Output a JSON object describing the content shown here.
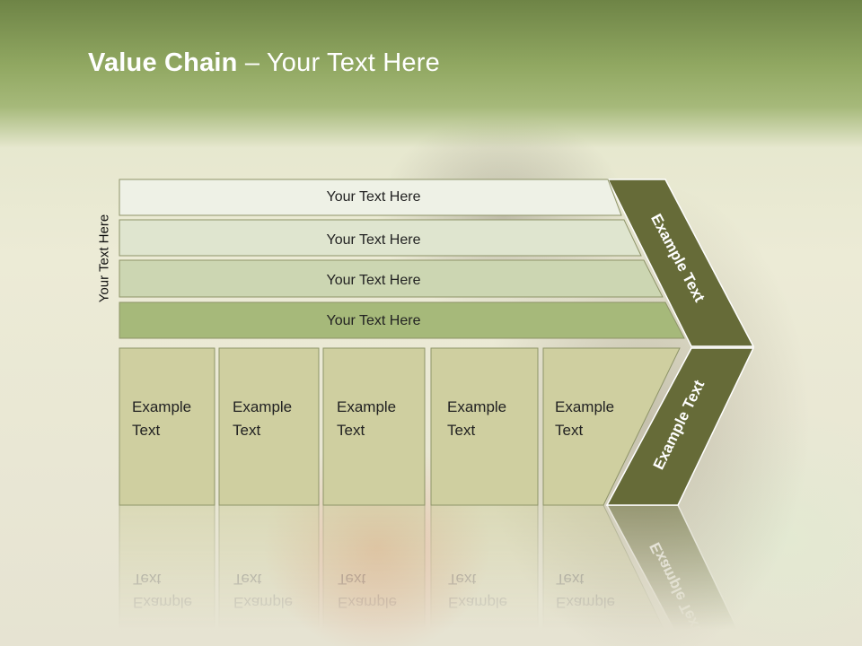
{
  "slide": {
    "title_bold": "Value Chain",
    "title_rest": " – Your Text Here",
    "side_label": "Your Text Here"
  },
  "bars": [
    {
      "label": "Your Text Here",
      "color": "#eef1e6"
    },
    {
      "label": "Your Text Here",
      "color": "#dfe5cf"
    },
    {
      "label": "Your Text Here",
      "color": "#ccd6b2"
    },
    {
      "label": "Your Text Here",
      "color": "#a6b97a"
    }
  ],
  "columns": [
    {
      "line1": "Example",
      "line2": "Text"
    },
    {
      "line1": "Example",
      "line2": "Text"
    },
    {
      "line1": "Example",
      "line2": "Text"
    },
    {
      "line1": "Example",
      "line2": "Text"
    },
    {
      "line1": "Example",
      "line2": "Text"
    }
  ],
  "arrow": {
    "upper_label": "Example Text",
    "lower_label": "Example Text",
    "color": "#666b38"
  },
  "colors": {
    "column_fill": "#cfcfa0",
    "outline": "#8e9468"
  }
}
